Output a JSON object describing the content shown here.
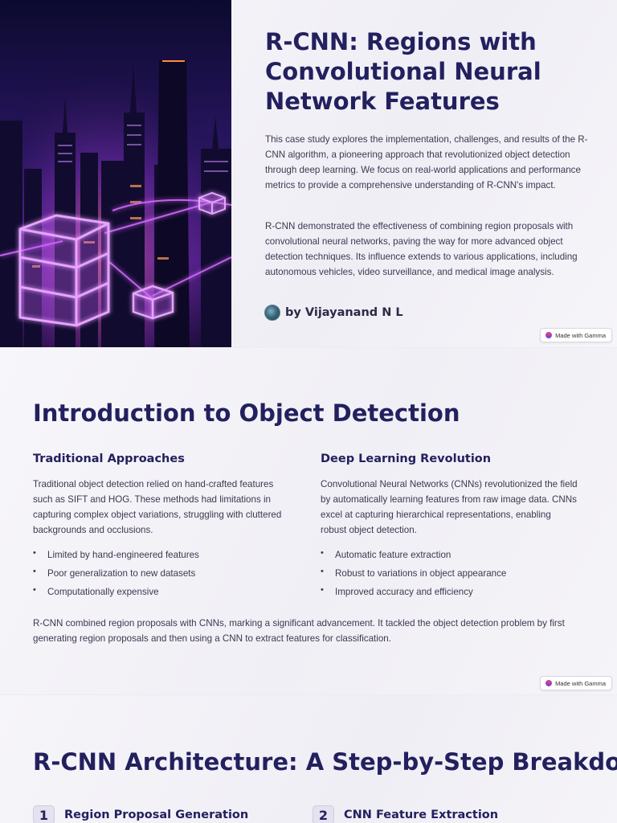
{
  "slide1": {
    "title": "R-CNN: Regions with Convolutional Neural Network Features",
    "paragraph1": "This case study explores the implementation, challenges, and results of the R-CNN algorithm, a pioneering approach that revolutionized object detection through deep learning. We focus on real-world applications and performance metrics to provide a comprehensive understanding of R-CNN's impact.",
    "paragraph2": "R-CNN demonstrated the effectiveness of combining region proposals with convolutional neural networks, paving the way for more advanced object detection techniques. Its influence extends to various applications, including autonomous vehicles, video surveillance, and medical image analysis.",
    "author": "by Vijayanand N L",
    "badge": "Made with Gamma"
  },
  "slide2": {
    "title": "Introduction to Object Detection",
    "left": {
      "heading": "Traditional Approaches",
      "body": "Traditional object detection relied on hand-crafted features such as SIFT and HOG. These methods had limitations in capturing complex object variations, struggling with cluttered backgrounds and occlusions.",
      "bullets": [
        "Limited by hand-engineered features",
        "Poor generalization to new datasets",
        "Computationally expensive"
      ]
    },
    "right": {
      "heading": "Deep Learning Revolution",
      "body": "Convolutional Neural Networks (CNNs) revolutionized the field by automatically learning features from raw image data. CNNs excel at capturing hierarchical representations, enabling robust object detection.",
      "bullets": [
        "Automatic feature extraction",
        "Robust to variations in object appearance",
        "Improved accuracy and efficiency"
      ]
    },
    "summary": "R-CNN combined region proposals with CNNs, marking a significant advancement. It tackled the object detection problem by first generating region proposals and then using a CNN to extract features for classification.",
    "badge": "Made with Gamma"
  },
  "slide3": {
    "title": "R-CNN Architecture: A Step-by-Step Breakdown",
    "steps": [
      {
        "number": "1",
        "title": "Region Proposal Generation"
      },
      {
        "number": "2",
        "title": "CNN Feature Extraction"
      }
    ]
  },
  "colors": {
    "heading": "#23205f",
    "body_text": "#3b3950",
    "background": "#f4f3f8",
    "neon_accent": "#c35cff"
  }
}
